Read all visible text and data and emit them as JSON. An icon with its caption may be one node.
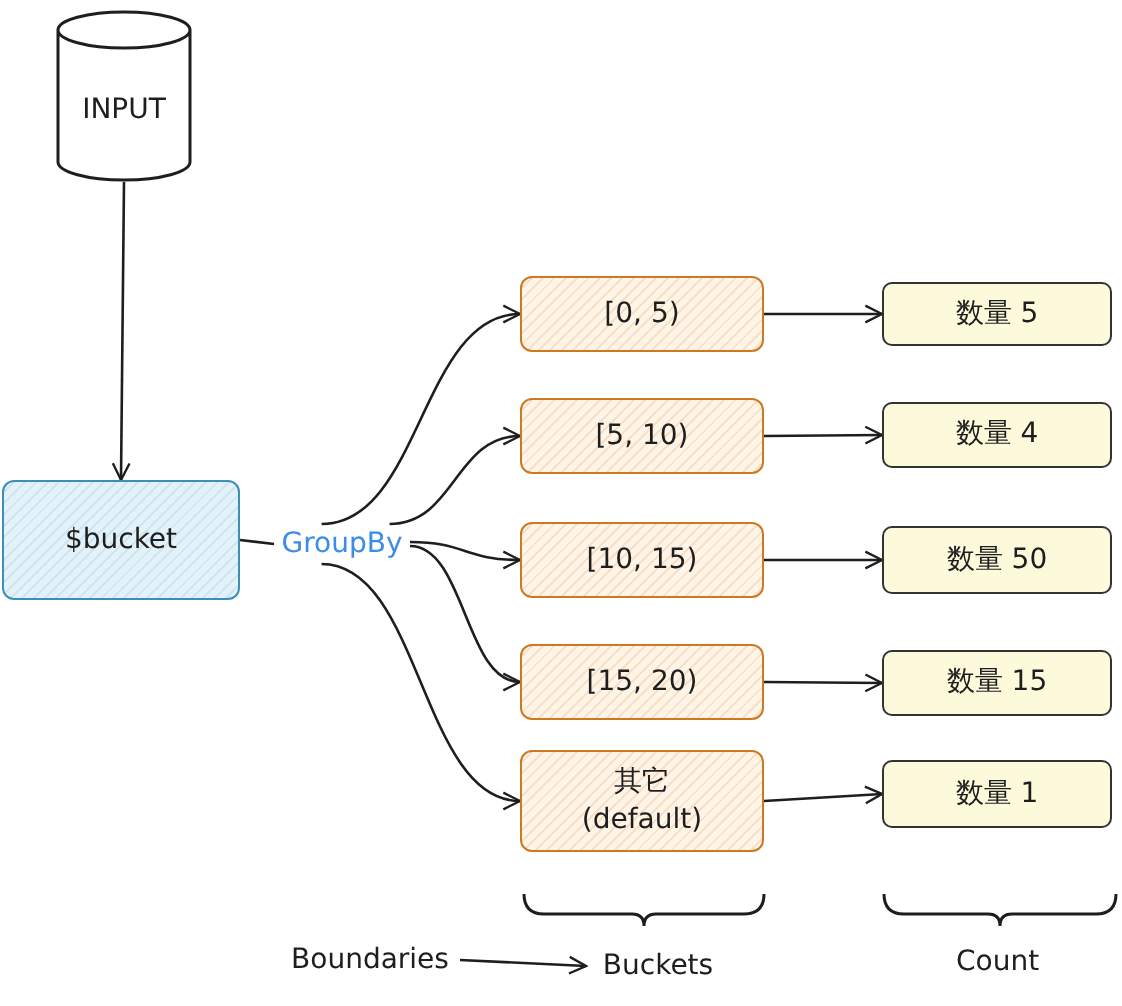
{
  "diagram": {
    "nodes": [
      {
        "text": [
          "INPUT"
        ]
      },
      {
        "text": [
          "$bucket"
        ]
      },
      {
        "text": [
          "GroupBy"
        ]
      },
      {
        "text": [
          "[0, 5)"
        ]
      },
      {
        "text": [
          "[5, 10)"
        ]
      },
      {
        "text": [
          "[10, 15)"
        ]
      },
      {
        "text": [
          "[15, 20)"
        ]
      },
      {
        "text": [
          "其它",
          "(default)"
        ]
      },
      {
        "text": [
          "数量 5"
        ]
      },
      {
        "text": [
          "数量 4"
        ]
      },
      {
        "text": [
          "数量 50"
        ]
      },
      {
        "text": [
          "数量 15"
        ]
      },
      {
        "text": [
          "数量 1"
        ]
      },
      {
        "text": [
          "Boundaries"
        ]
      },
      {
        "text": [
          "Buckets"
        ]
      }
    ],
    "edges": [
      {
        "from": 0,
        "to": 1,
        "arrow": "to"
      },
      {
        "from": 2,
        "to": 1,
        "arrow": "none"
      },
      {
        "from": 2,
        "to": 3,
        "arrow": "to"
      },
      {
        "from": 2,
        "to": 4,
        "arrow": "to"
      },
      {
        "from": 2,
        "to": 5,
        "arrow": "to"
      },
      {
        "from": 2,
        "to": 6,
        "arrow": "to"
      },
      {
        "from": 2,
        "to": 7,
        "arrow": "to"
      },
      {
        "from": 3,
        "to": 8,
        "arrow": "to"
      },
      {
        "from": 4,
        "to": 9,
        "arrow": "to"
      },
      {
        "from": 5,
        "to": 10,
        "arrow": "to"
      },
      {
        "from": 6,
        "to": 11,
        "arrow": "to"
      },
      {
        "from": 7,
        "to": 12,
        "arrow": "to"
      },
      {
        "from": 13,
        "to": 14,
        "arrow": "to"
      }
    ],
    "labels": [
      "Count"
    ]
  }
}
